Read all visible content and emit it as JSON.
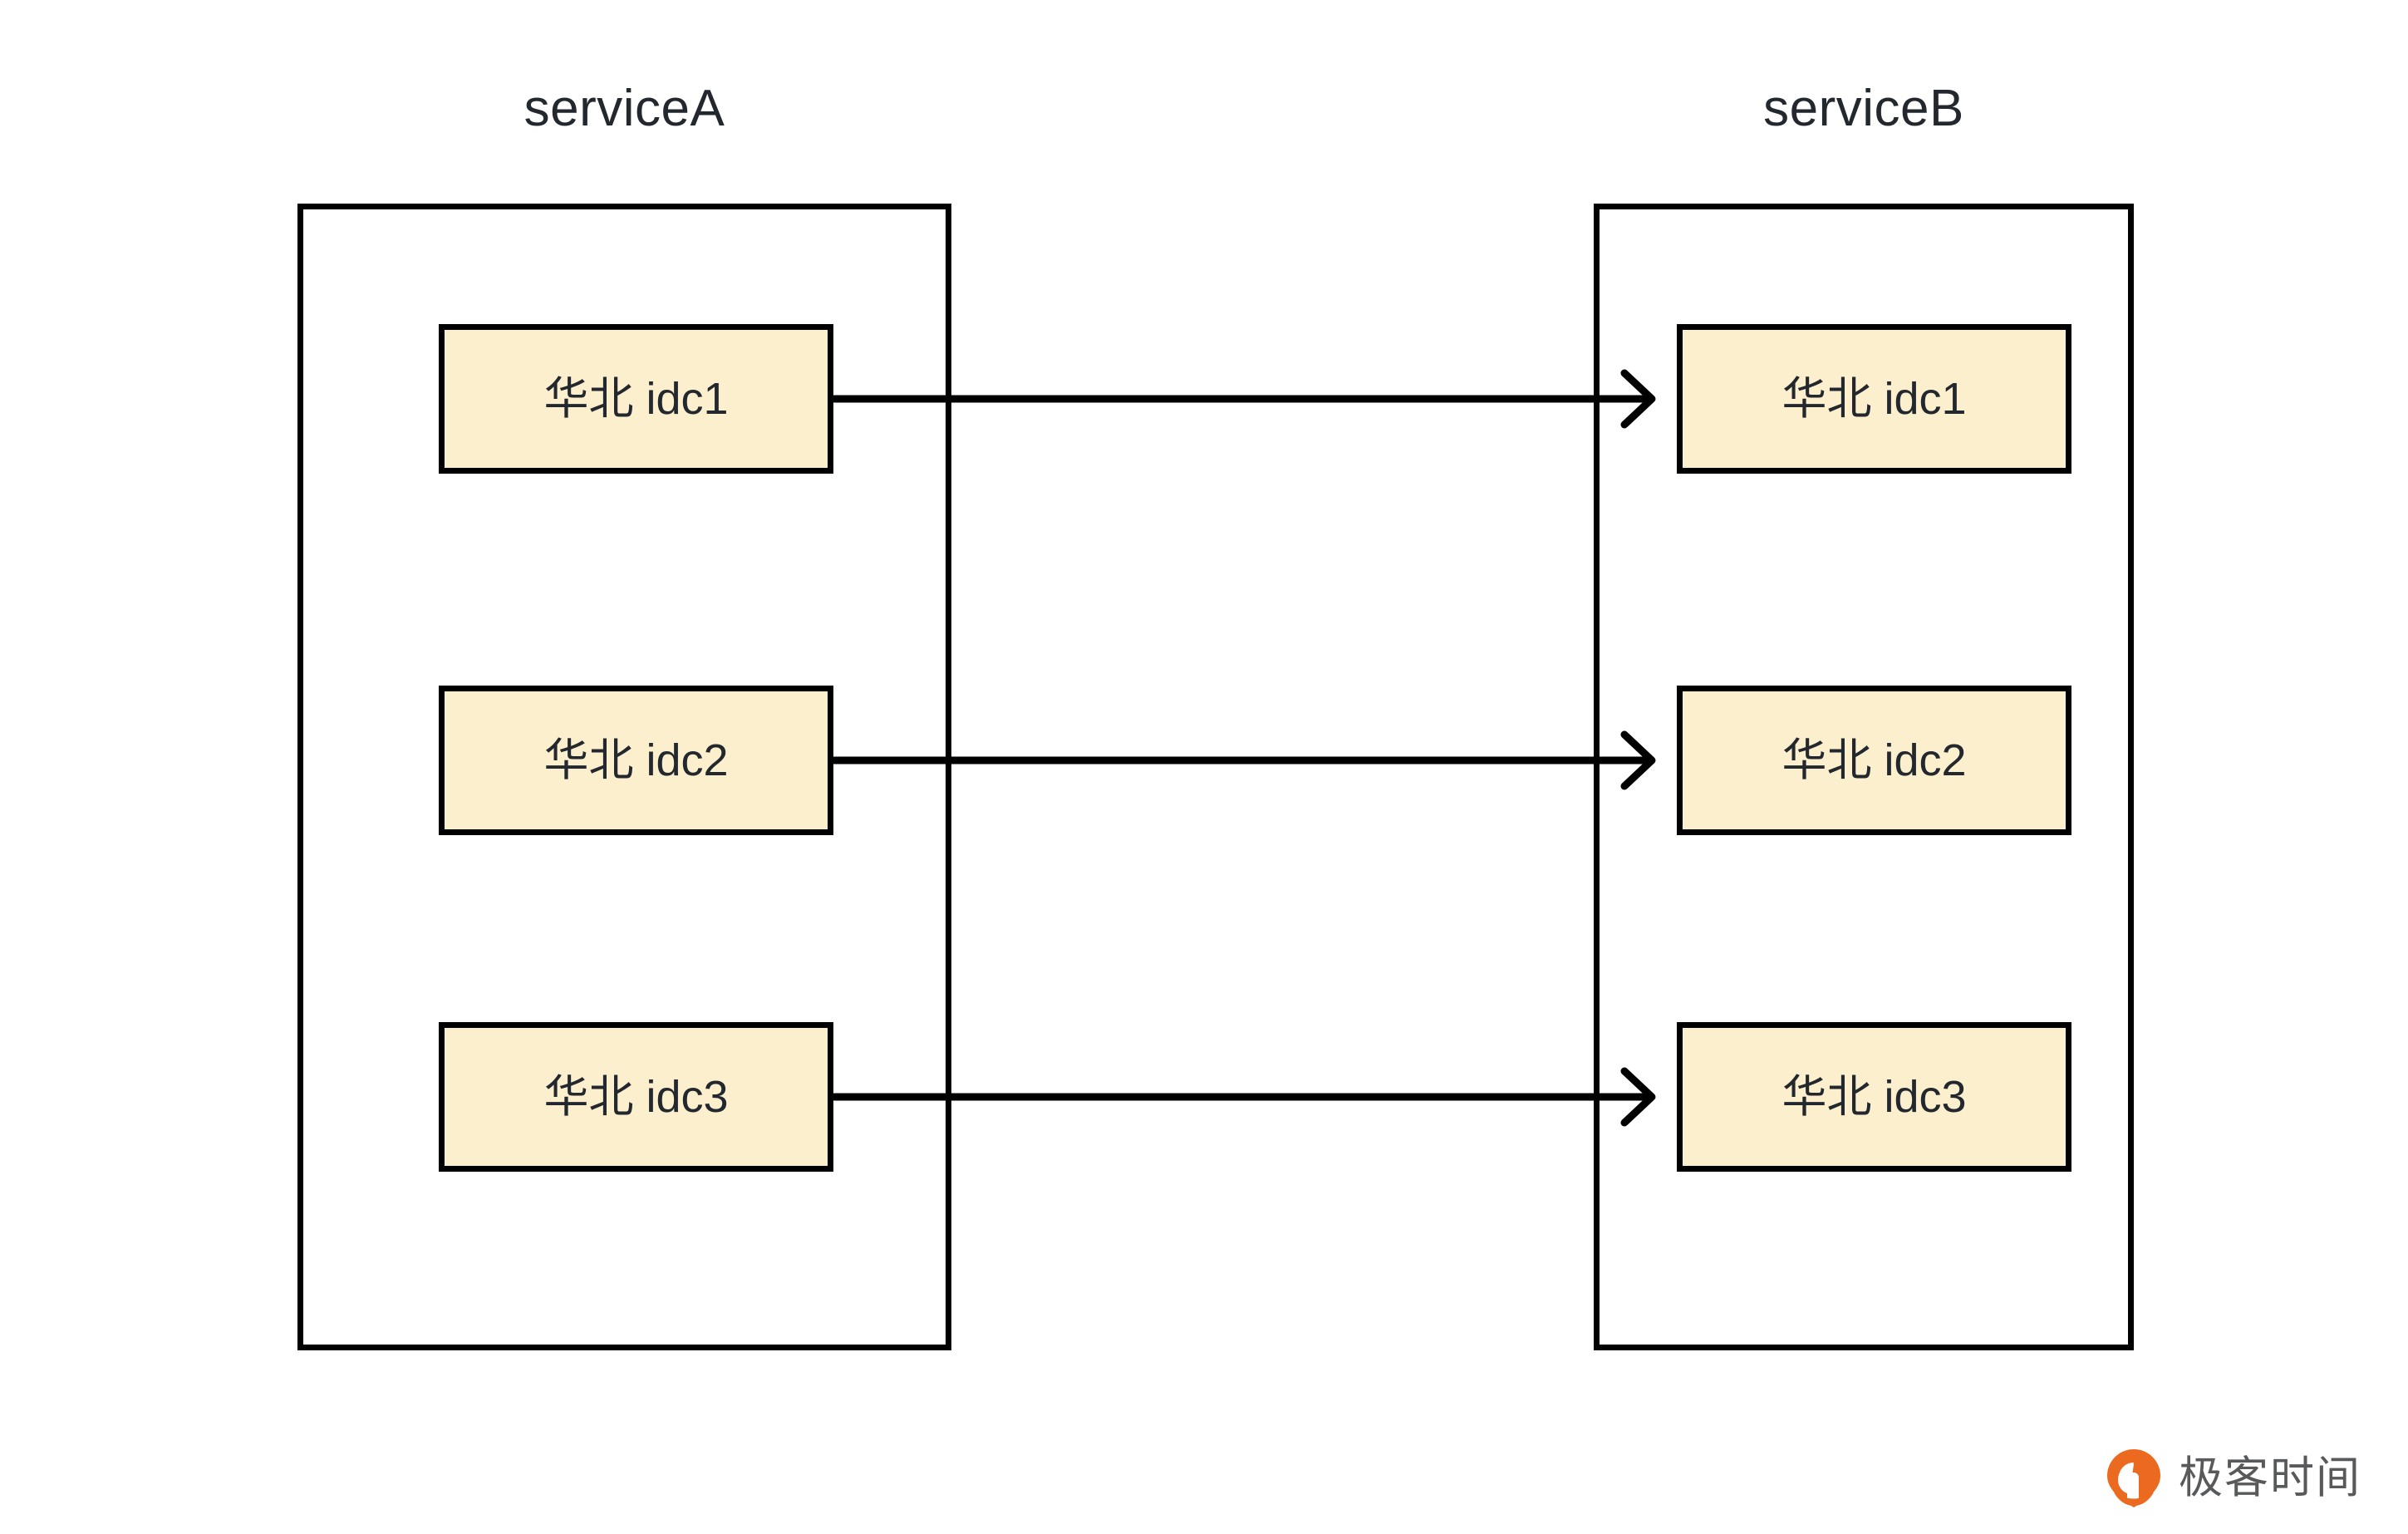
{
  "diagram": {
    "services": [
      {
        "id": "serviceA",
        "title": "serviceA",
        "nodes": [
          {
            "label": "华北 idc1"
          },
          {
            "label": "华北 idc2"
          },
          {
            "label": "华北 idc3"
          }
        ]
      },
      {
        "id": "serviceB",
        "title": "serviceB",
        "nodes": [
          {
            "label": "华北 idc1"
          },
          {
            "label": "华北 idc2"
          },
          {
            "label": "华北 idc3"
          }
        ]
      }
    ],
    "connections": [
      {
        "from": "华北 idc1",
        "to": "华北 idc1",
        "direction": "right"
      },
      {
        "from": "华北 idc2",
        "to": "华北 idc2",
        "direction": "right"
      },
      {
        "from": "华北 idc3",
        "to": "华北 idc3",
        "direction": "right"
      }
    ]
  },
  "watermark": {
    "text": "极客时间",
    "logo_icon": "location-pin-icon"
  },
  "colors": {
    "node_fill": "#fcefcd",
    "stroke": "#000000",
    "text": "#23272e",
    "watermark_orange": "#ec6a20",
    "watermark_text": "#58595b",
    "background": "#ffffff"
  }
}
